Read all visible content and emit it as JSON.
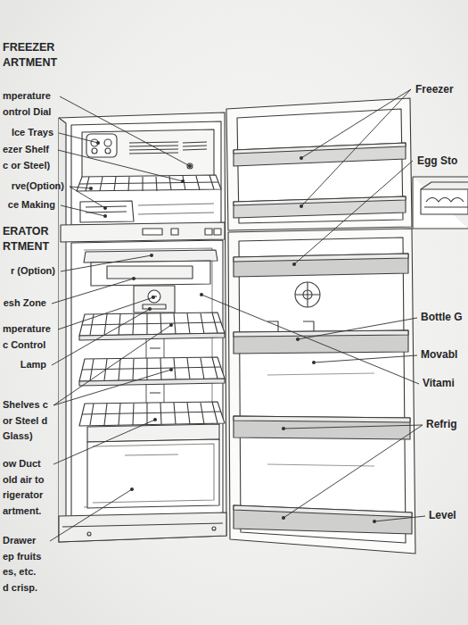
{
  "diagram": {
    "labels": [
      "FREEZER ARTMENT",
      "mperature ontrol Dial",
      "Ice Trays",
      "ezer Shelf c or Steel)",
      "rve(Option)",
      "ce Making",
      "ERATOR RTMENT",
      "r (Option)",
      "esh Zone",
      "mperature c Control",
      "Lamp",
      "Shelves c or Steel d Glass)",
      "ow Duct old air to rigerator artment.",
      "Drawer ep fruits es, etc. d crisp.",
      "Freezer",
      "Egg Sto",
      "Bottle G",
      "Movabl",
      "Vitami",
      "Refrig",
      "Level"
    ]
  }
}
